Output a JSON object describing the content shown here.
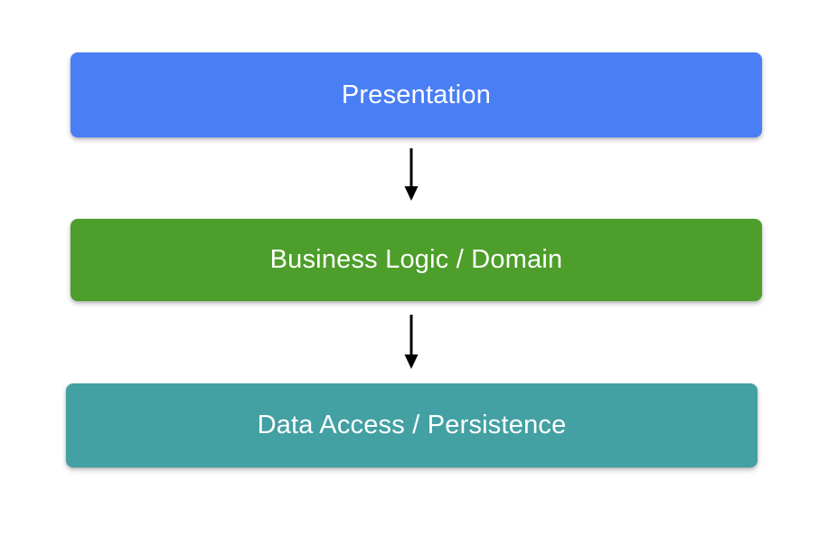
{
  "diagram": {
    "type": "layered-architecture",
    "background_color": "#ffffff",
    "layers": [
      {
        "id": "presentation",
        "label": "Presentation",
        "color": "#4a7ef5",
        "text_color": "#ffffff",
        "order": 1
      },
      {
        "id": "business-logic",
        "label": "Business Logic / Domain",
        "color": "#4d9e2a",
        "text_color": "#ffffff",
        "order": 2
      },
      {
        "id": "data-access",
        "label": "Data Access / Persistence",
        "color": "#43a0a3",
        "text_color": "#ffffff",
        "order": 3
      }
    ],
    "connectors": [
      {
        "id": "connector-1",
        "from": "presentation",
        "to": "business-logic",
        "direction": "down",
        "color": "#000000"
      },
      {
        "id": "connector-2",
        "from": "business-logic",
        "to": "data-access",
        "direction": "down",
        "color": "#000000"
      }
    ]
  }
}
